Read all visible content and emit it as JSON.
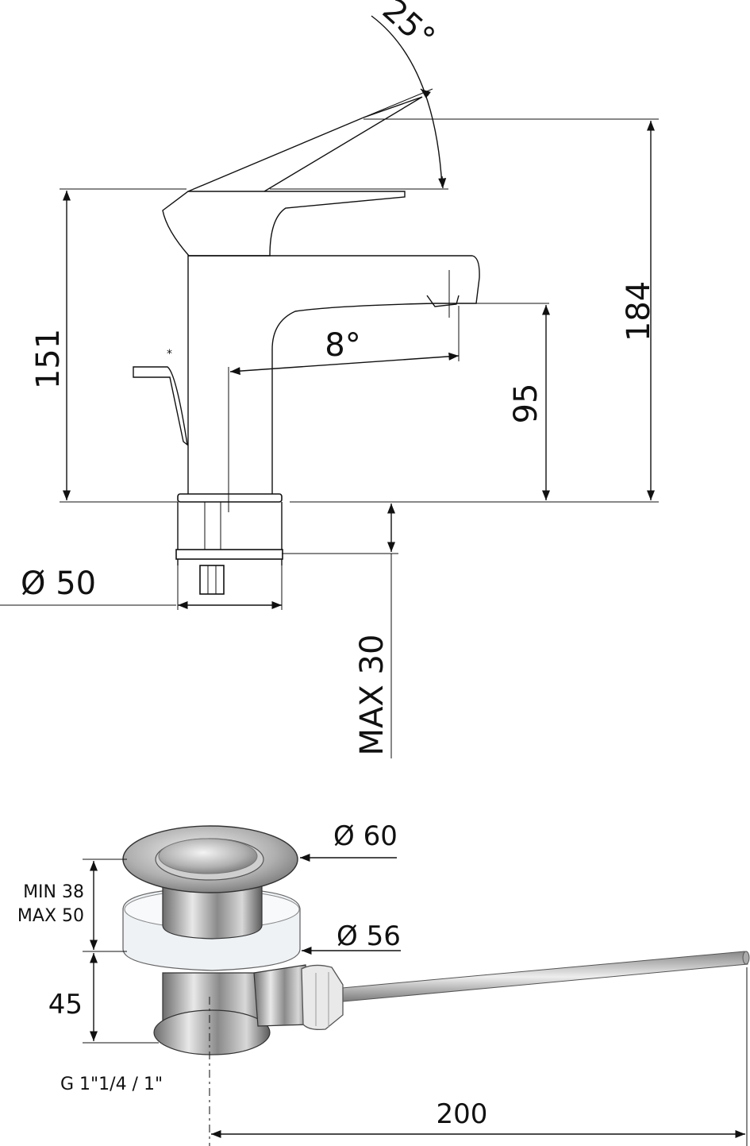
{
  "faucet": {
    "angle_lever": "25°",
    "angle_spout": "8°",
    "height_total": "184",
    "height_lever": "151",
    "height_spout": "95",
    "base_diameter": "Ø 50",
    "max_thickness": "MAX 30",
    "asterisk": "*"
  },
  "drain": {
    "cap_diameter": "Ø 60",
    "flange_diameter": "Ø 56",
    "range_min": "MIN 38",
    "range_max": "MAX 50",
    "body_height": "45",
    "thread": "G 1\"1/4 / 1\"",
    "rod_length": "200"
  }
}
